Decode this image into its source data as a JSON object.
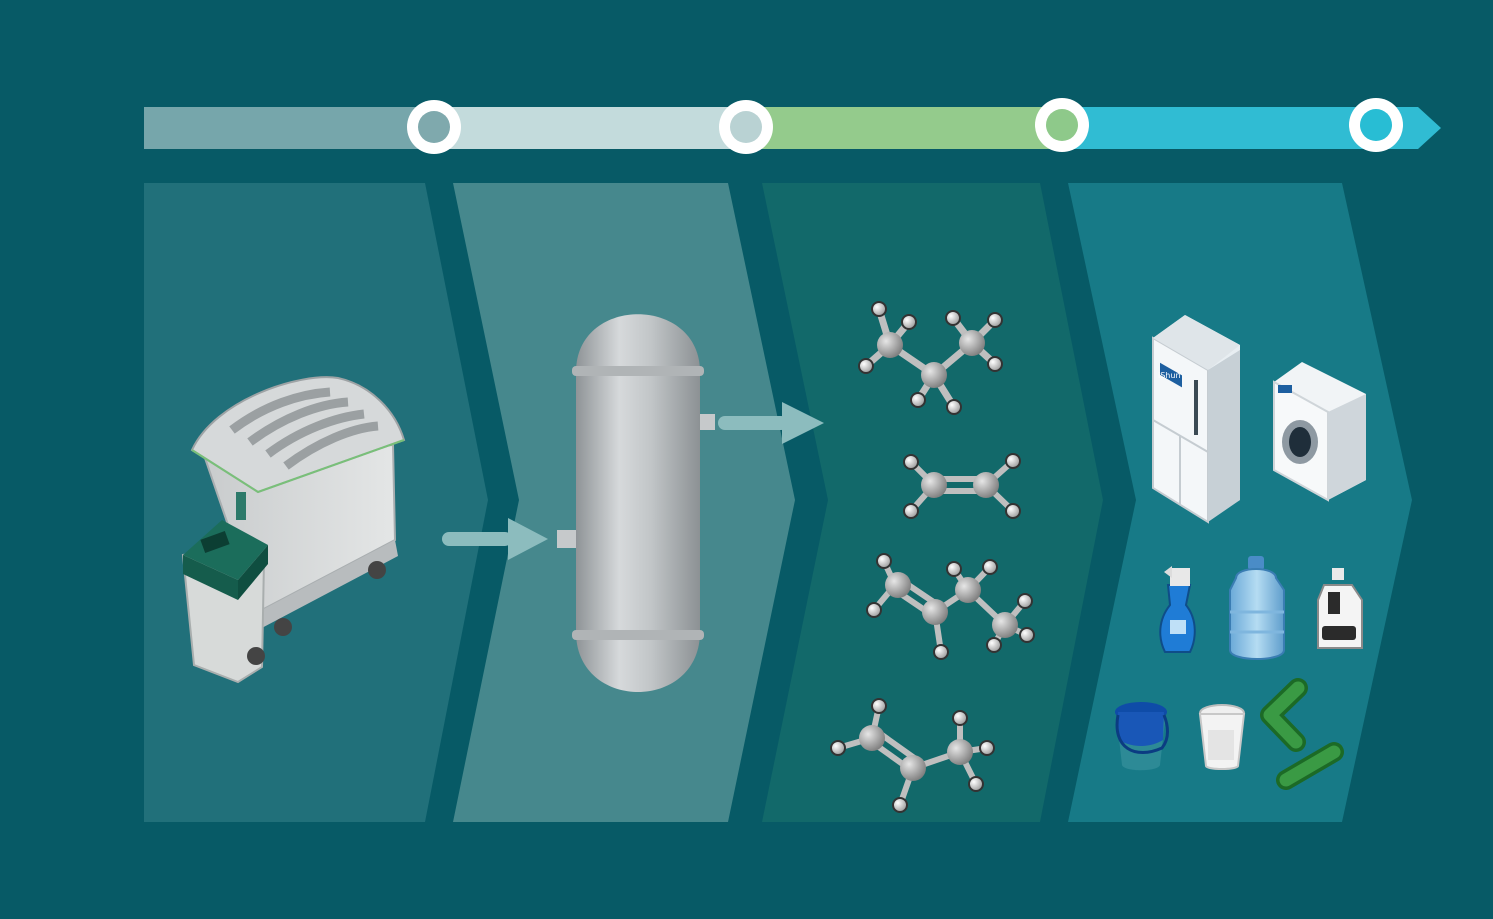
{
  "colors": {
    "background": "#075a66",
    "stage1_panel": "#21707a",
    "stage2_panel": "#46888d",
    "stage3_panel": "#12696a",
    "stage4_panel": "#177a87",
    "timeline_segment_1": "#76a6ab",
    "timeline_segment_2": "#c3dbdc",
    "timeline_segment_3": "#94cb8c",
    "timeline_segment_4": "#30bcd3",
    "node_ring": "#ffffff"
  },
  "timeline": {
    "nodes": [
      {
        "color": "#7fa9ad"
      },
      {
        "color": "#b9d2d3"
      },
      {
        "color": "#8ec98a"
      },
      {
        "color": "#28bdd4"
      }
    ]
  },
  "stages": [
    {
      "id": "collection",
      "icons": [
        "dumpster-icon",
        "wheelie-bin-icon"
      ]
    },
    {
      "id": "conversion",
      "icons": [
        "pyrolysis-reactor-icon"
      ]
    },
    {
      "id": "monomers",
      "icons": [
        "propane-molecule-icon",
        "ethylene-molecule-icon",
        "butadiene-molecule-icon",
        "butene-molecule-icon"
      ]
    },
    {
      "id": "products",
      "icons": [
        "refrigerator-icon",
        "washing-machine-icon",
        "spray-bottle-icon",
        "water-jug-icon",
        "detergent-bottle-icon",
        "bucket-icon",
        "cup-icon",
        "pipe-icon"
      ]
    }
  ],
  "appliance_label": "iShun"
}
